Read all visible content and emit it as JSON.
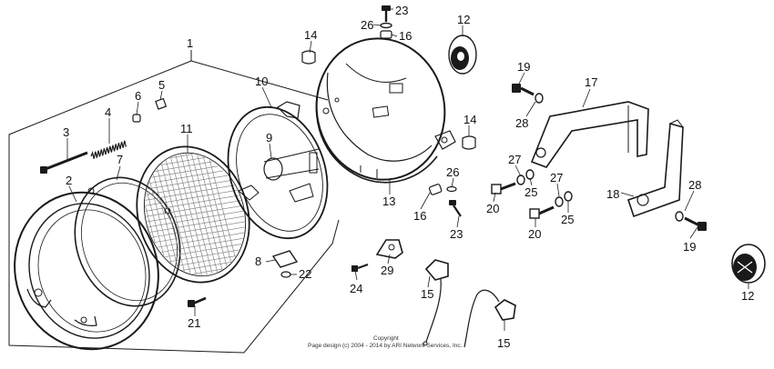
{
  "diagram": {
    "part_callouts": [
      {
        "id": "c1",
        "label": "1"
      },
      {
        "id": "c2",
        "label": "2"
      },
      {
        "id": "c3",
        "label": "3"
      },
      {
        "id": "c4",
        "label": "4"
      },
      {
        "id": "c5",
        "label": "5"
      },
      {
        "id": "c6",
        "label": "6"
      },
      {
        "id": "c7",
        "label": "7"
      },
      {
        "id": "c8",
        "label": "8"
      },
      {
        "id": "c9",
        "label": "9"
      },
      {
        "id": "c10",
        "label": "10"
      },
      {
        "id": "c11",
        "label": "11"
      },
      {
        "id": "c12a",
        "label": "12"
      },
      {
        "id": "c12b",
        "label": "12"
      },
      {
        "id": "c13",
        "label": "13"
      },
      {
        "id": "c14a",
        "label": "14"
      },
      {
        "id": "c14b",
        "label": "14"
      },
      {
        "id": "c15a",
        "label": "15"
      },
      {
        "id": "c15b",
        "label": "15"
      },
      {
        "id": "c16a",
        "label": "16"
      },
      {
        "id": "c16b",
        "label": "16"
      },
      {
        "id": "c17",
        "label": "17"
      },
      {
        "id": "c18",
        "label": "18"
      },
      {
        "id": "c19a",
        "label": "19"
      },
      {
        "id": "c19b",
        "label": "19"
      },
      {
        "id": "c20a",
        "label": "20"
      },
      {
        "id": "c20b",
        "label": "20"
      },
      {
        "id": "c21",
        "label": "21"
      },
      {
        "id": "c22",
        "label": "22"
      },
      {
        "id": "c23a",
        "label": "23"
      },
      {
        "id": "c23b",
        "label": "23"
      },
      {
        "id": "c24",
        "label": "24"
      },
      {
        "id": "c25a",
        "label": "25"
      },
      {
        "id": "c25b",
        "label": "25"
      },
      {
        "id": "c26a",
        "label": "26"
      },
      {
        "id": "c26b",
        "label": "26"
      },
      {
        "id": "c27a",
        "label": "27"
      },
      {
        "id": "c27b",
        "label": "27"
      },
      {
        "id": "c28a",
        "label": "28"
      },
      {
        "id": "c28b",
        "label": "28"
      },
      {
        "id": "c29",
        "label": "29"
      }
    ],
    "copyright": {
      "line1": "Copyright",
      "line2": "Page design (c) 2004 - 2014 by ARI Network Services, Inc."
    }
  }
}
